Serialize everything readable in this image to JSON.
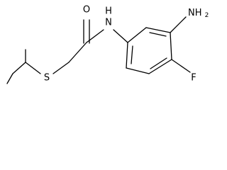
{
  "molecule": {
    "atoms": {
      "oxygen": "O",
      "nitrogen_h": "H",
      "nitrogen_n": "N",
      "amine_n": "NH",
      "amine_sub": "2",
      "fluorine": "F",
      "sulfur": "S"
    }
  }
}
